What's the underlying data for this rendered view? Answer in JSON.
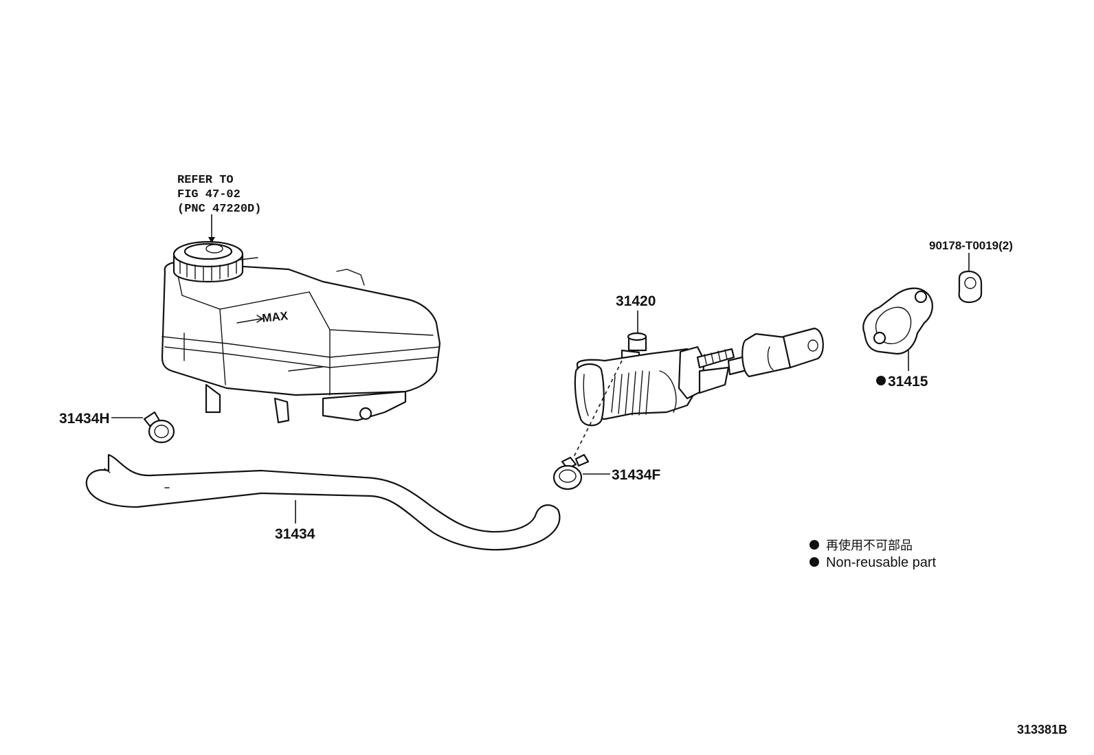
{
  "refer_note": {
    "line1": "REFER TO",
    "line2": "FIG 47-02",
    "line3": "(PNC 47220D)"
  },
  "reservoir": {
    "max_mark": "MAX"
  },
  "callouts": {
    "clamp_h": "31434H",
    "hose": "31434",
    "master_cylinder": "31420",
    "clamp_f": "31434F",
    "gasket": "31415",
    "nut": "90178-T0019(2)"
  },
  "legend": {
    "line_jp": "再使用不可部品",
    "line_en": "Non-reusable part"
  },
  "figure_id": "313381B"
}
